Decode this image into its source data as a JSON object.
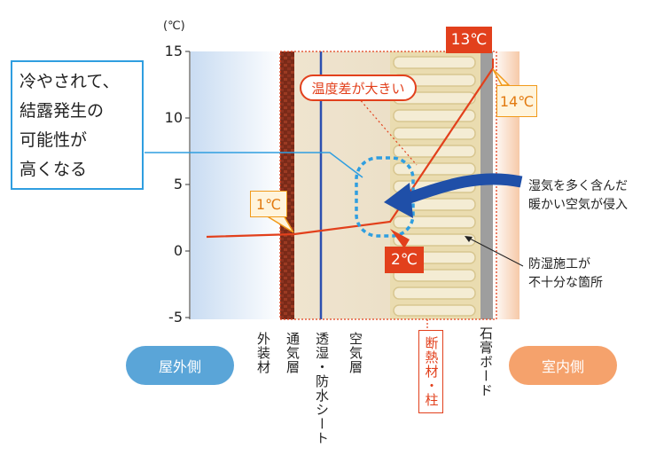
{
  "axis": {
    "unit": "(℃)",
    "ticks": [
      "15",
      "10",
      "5",
      "0",
      "-5"
    ]
  },
  "callouts": {
    "warning_lines": [
      "冷やされて、",
      "結露発生の",
      "可能性が",
      "高くなる"
    ],
    "temp_difference": "温度差が大きい",
    "humid_air": [
      "湿気を多く含んだ",
      "暖かい空気が侵入"
    ],
    "vapor_barrier": [
      "防湿施工が",
      "不十分な箇所"
    ]
  },
  "temperatures": {
    "outer": "1℃",
    "inner_surface": "2℃",
    "board_inner": "13℃",
    "room": "14℃"
  },
  "layers": {
    "exterior_finish": "外装材",
    "ventilation_layer": "通気層",
    "moisture_sheet": "透湿・防水シート",
    "air_layer": "空気層",
    "insulation": "断熱材・柱",
    "gypsum_board": "石膏ボード"
  },
  "sides": {
    "outdoor": "屋外側",
    "indoor": "室内側"
  },
  "colors": {
    "accent_red": "#e2401c",
    "orange": "#f19a1a",
    "blue_line": "#2f9ee0",
    "dark_blue": "#1f4fa8",
    "outdoor_pill": "#5aa5d8",
    "indoor_pill": "#f5a26c"
  }
}
